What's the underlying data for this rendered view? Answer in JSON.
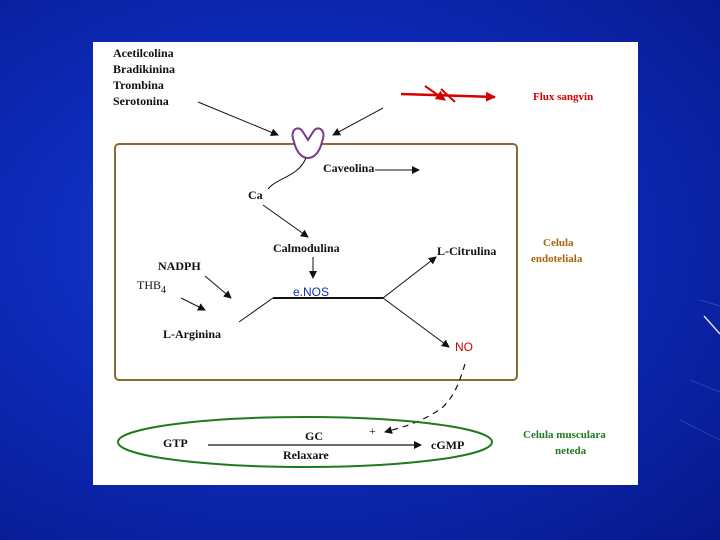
{
  "agonists": [
    "Acetilcolina",
    "Bradikinina",
    "Trombina",
    "Serotonina"
  ],
  "blood_flow_label": "Flux sangvin",
  "caveolina_label": "Caveolina",
  "ca_label": "Ca",
  "calmodulina_label": "Calmodulina",
  "citrulina_label": "L-Citrulina",
  "endothelial_cell_label": [
    "Celula",
    "endoteliala"
  ],
  "nadph_label": "NADPH",
  "thb_label": "THB",
  "thb_subscript": "4",
  "enos_label": "e.NOS",
  "arginina_label": "L-Arginina",
  "no_label": "NO",
  "gtp_label": "GTP",
  "gc_label": "GC",
  "relaxare_label": "Relaxare",
  "cgmp_label": "cGMP",
  "plus_sign": "+",
  "smooth_muscle_label": [
    "Celula musculara",
    "neteda"
  ],
  "colors": {
    "background": "#0d2ab8",
    "red": "#d40000",
    "brown": "#a8640a",
    "green": "#1f7a1f",
    "enos_blue": "#1030b0",
    "receptor_purple": "#7a3a8a"
  }
}
